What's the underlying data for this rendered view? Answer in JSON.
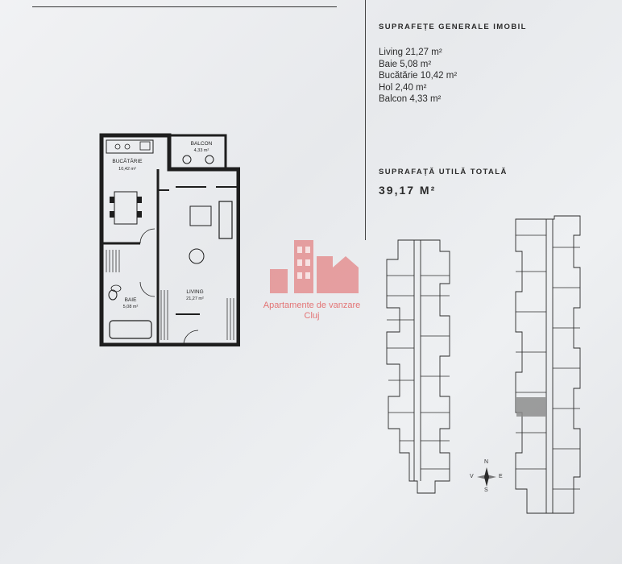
{
  "document": {
    "general_heading": "SUPRAFEȚE GENERALE IMOBIL",
    "areas": [
      {
        "name": "Living",
        "value": "21,27 m²"
      },
      {
        "name": "Baie",
        "value": "5,08 m²"
      },
      {
        "name": "Bucătărie",
        "value": "10,42 m²"
      },
      {
        "name": "Hol",
        "value": "2,40 m²"
      },
      {
        "name": "Balcon",
        "value": "4,33 m²"
      }
    ],
    "total_heading": "SUPRAFAȚĂ UTILĂ TOTALĂ",
    "total_value": "39,17 M²"
  },
  "floorplan": {
    "rooms": {
      "bucatarie": {
        "label": "BUCĂTĂRIE",
        "area": "10,42 m²"
      },
      "balcon": {
        "label": "BALCON",
        "area": "4,33 m²"
      },
      "living": {
        "label": "LIVING",
        "area": "21,27 m²"
      },
      "baie": {
        "label": "BAIE",
        "area": "5,08 m²"
      }
    }
  },
  "watermark": {
    "line1": "Apartamente de vanzare",
    "line2": "Cluj",
    "color": "#e26060"
  },
  "compass": {
    "n": "N",
    "s": "S",
    "e": "E",
    "v": "V"
  },
  "colors": {
    "paper": "#eceef1",
    "ink": "#1e1e1e",
    "highlight": "#8d8d8d"
  }
}
